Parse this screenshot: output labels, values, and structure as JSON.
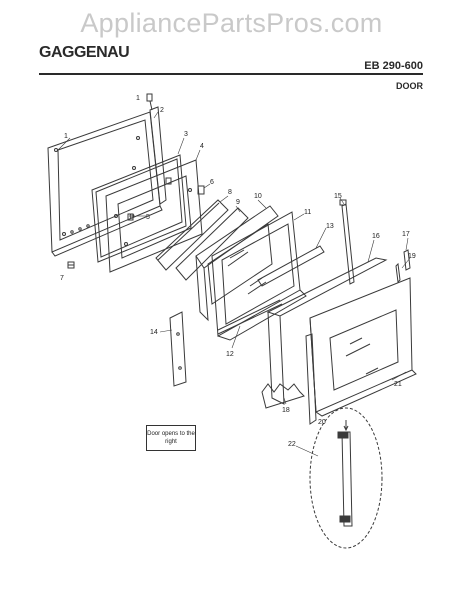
{
  "watermark": "AppliancePartsPros.com",
  "brand": "GAGGENAU",
  "model": "EB 290-600",
  "section": "DOOR",
  "note": "Door opens to the right",
  "callouts": {
    "c1": "1",
    "c1b": "1",
    "c2": "2",
    "c3": "3",
    "c4": "4",
    "c5": "5",
    "c6": "6",
    "c7": "7",
    "c8": "8",
    "c9": "9",
    "c10": "10",
    "c11": "11",
    "c12": "12",
    "c13": "13",
    "c14": "14",
    "c15": "15",
    "c16": "16",
    "c17": "17",
    "c18": "18",
    "c19": "19",
    "c20": "20",
    "c21": "21",
    "c22": "22"
  }
}
